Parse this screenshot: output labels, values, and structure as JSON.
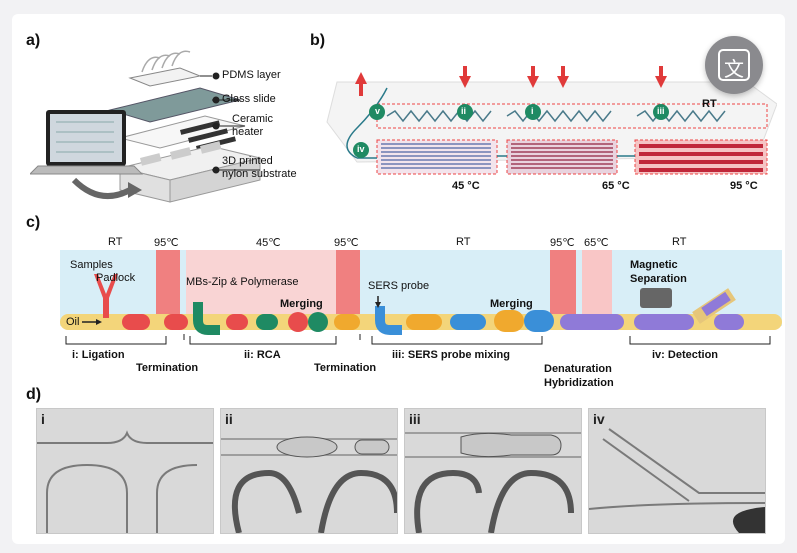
{
  "panel_a": {
    "label": "a)",
    "layers": [
      "PDMS layer",
      "Glass slide",
      "Ceramic heater",
      "3D printed nylon substrate"
    ],
    "layer_lines": {
      "ceramic": [
        "Ceramic",
        "heater"
      ],
      "nylon": [
        "3D printed",
        "nylon substrate"
      ]
    }
  },
  "panel_b": {
    "label": "b)",
    "stations": [
      "v",
      "ii",
      "i",
      "iii",
      "iv"
    ],
    "rt": "RT",
    "temps": [
      "45 °C",
      "65 °C",
      "95 °C"
    ]
  },
  "panel_c": {
    "label": "c)",
    "zone_temps": [
      "RT",
      "95℃",
      "45℃",
      "95℃",
      "RT",
      "95℃",
      "65℃",
      "RT"
    ],
    "samples": "Samples",
    "padlock": "Padlock",
    "oil": "Oil",
    "mbs": "MBs-Zip & Polymerase",
    "merging1": "Merging",
    "sers_probe": "SERS probe",
    "merging2": "Merging",
    "magnetic": "Magnetic",
    "separation": "Separation",
    "steps": [
      "i: Ligation",
      "ii: RCA",
      "iii: SERS probe mixing",
      "iv: Detection"
    ],
    "termination1": "Termination",
    "termination2": "Termination",
    "denaturation": "Denaturation",
    "hybridization": "Hybridization"
  },
  "panel_d": {
    "label": "d)",
    "images": [
      "i",
      "ii",
      "iii",
      "iv"
    ]
  },
  "translate_button": {
    "glyph": "文",
    "color": "#8a8a8e"
  },
  "colors": {
    "heater_red": "#f08080",
    "heater_pink": "#f9c6c6",
    "rt_blue": "#d8eef7",
    "oil_channel": "#f3d57a",
    "drop_red": "#e84c4c",
    "drop_green": "#1f8a63",
    "drop_blue": "#3a8fd8",
    "drop_orange": "#f0a92e",
    "drop_purple": "#8f7ad8"
  }
}
